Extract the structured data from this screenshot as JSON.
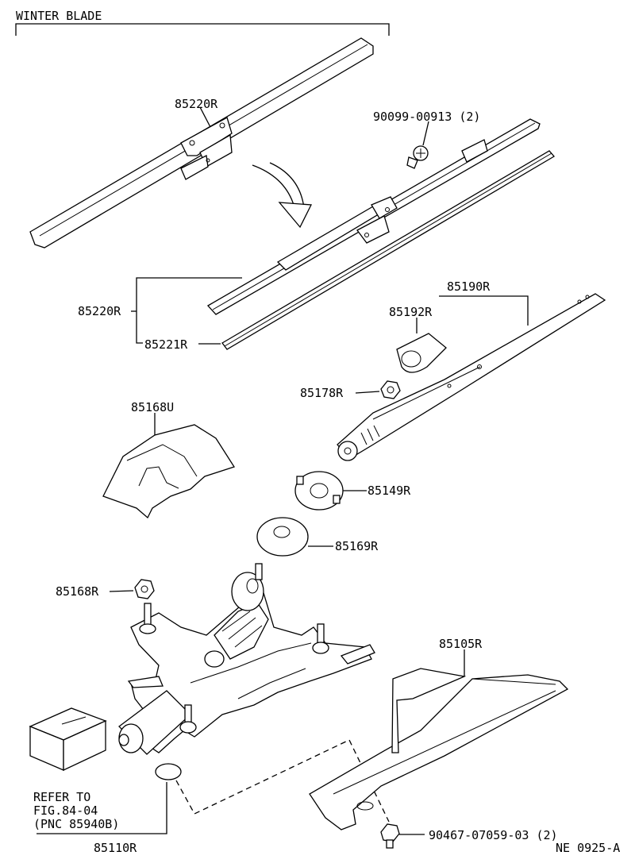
{
  "diagram": {
    "section_title": "WINTER BLADE",
    "labels": {
      "p85220r_top": "85220R",
      "p90099": "90099-00913 (2)",
      "p85220r": "85220R",
      "p85221r": "85221R",
      "p85190r": "85190R",
      "p85192r": "85192R",
      "p85178r": "85178R",
      "p85168u": "85168U",
      "p85149r": "85149R",
      "p85169r": "85169R",
      "p85168r": "85168R",
      "p85105r": "85105R",
      "p85110r": "85110R",
      "p90467": "90467-07059-03 (2)"
    },
    "refer_note": [
      "REFER TO",
      "FIG.84-04",
      "(PNC 85940B)"
    ],
    "figure_code": "NE 0925-A"
  }
}
